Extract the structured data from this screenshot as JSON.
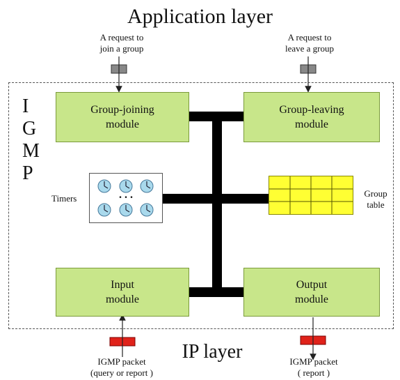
{
  "title_top": "Application layer",
  "title_bottom": "IP layer",
  "igmp_letters": [
    "I",
    "G",
    "M",
    "P"
  ],
  "requests": {
    "join": [
      "A request to",
      "join a group"
    ],
    "leave": [
      "A request to",
      "leave a group"
    ]
  },
  "modules": {
    "group_joining": [
      "Group-joining",
      "module"
    ],
    "group_leaving": [
      "Group-leaving",
      "module"
    ],
    "input": [
      "Input",
      "module"
    ],
    "output": [
      "Output",
      "module"
    ]
  },
  "timers_label": "Timers",
  "timers_dots": ". . .",
  "group_table_label": [
    "Group",
    "table"
  ],
  "packets": {
    "in": [
      "IGMP  packet",
      "(query or report )"
    ],
    "out": [
      "IGMP  packet",
      "( report )"
    ]
  },
  "colors": {
    "module_fill": "#c8e68a",
    "table_fill": "#ffff33",
    "packet_red": "#e0221a",
    "request_gray": "#888888",
    "clock_fill": "#a9d9ec",
    "bus": "#000000"
  }
}
